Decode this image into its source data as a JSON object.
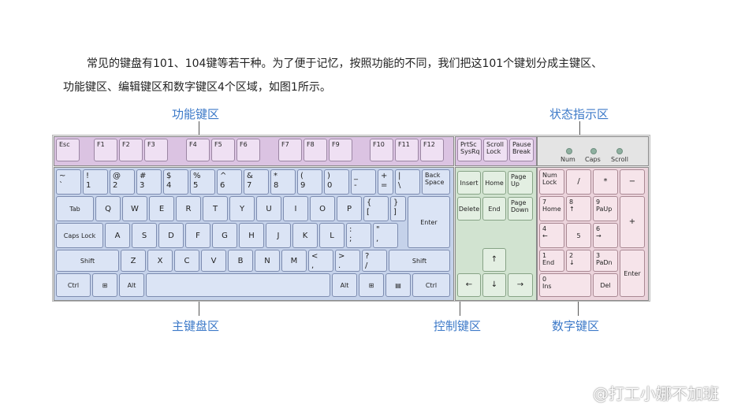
{
  "paragraph": {
    "line1": "常见的键盘有101、104键等若干种。为了便于记忆，按照功能的不同，我们把这101个键划分成主键区、",
    "line2": "功能键区、编辑键区和数字键区4个区域，如图1所示。"
  },
  "labels": {
    "function_zone": "功能键区",
    "status_zone": "状态指示区",
    "main_zone": "主键盘区",
    "control_zone": "控制键区",
    "numeric_zone": "数字键区"
  },
  "indicators": [
    "Num",
    "Caps",
    "Scroll"
  ],
  "function_row": [
    "Esc",
    "F1",
    "F2",
    "F3",
    "F4",
    "F5",
    "F6",
    "F7",
    "F8",
    "F9",
    "F10",
    "F11",
    "F12"
  ],
  "system_keys": [
    {
      "top": "PrtSc",
      "bottom": "SysRq"
    },
    {
      "top": "Scroll",
      "bottom": "Lock"
    },
    {
      "top": "Pause",
      "bottom": "Break"
    }
  ],
  "number_row": [
    {
      "top": "~",
      "bottom": "`"
    },
    {
      "top": "!",
      "bottom": "1"
    },
    {
      "top": "@",
      "bottom": "2"
    },
    {
      "top": "#",
      "bottom": "3"
    },
    {
      "top": "$",
      "bottom": "4"
    },
    {
      "top": "%",
      "bottom": "5"
    },
    {
      "top": "^",
      "bottom": "6"
    },
    {
      "top": "&",
      "bottom": "7"
    },
    {
      "top": "*",
      "bottom": "8"
    },
    {
      "top": "(",
      "bottom": "9"
    },
    {
      "top": ")",
      "bottom": "0"
    },
    {
      "top": "_",
      "bottom": "-"
    },
    {
      "top": "+",
      "bottom": "="
    },
    {
      "top": "|",
      "bottom": "\\"
    },
    {
      "top": "Back",
      "bottom": "Space"
    }
  ],
  "row_tab": [
    "Tab",
    "Q",
    "W",
    "E",
    "R",
    "T",
    "Y",
    "U",
    "I",
    "O",
    "P"
  ],
  "row_tab_brackets": [
    {
      "top": "{",
      "bottom": "["
    },
    {
      "top": "}",
      "bottom": "]"
    }
  ],
  "enter": "Enter",
  "row_caps": [
    "Caps Lock",
    "A",
    "S",
    "D",
    "F",
    "G",
    "H",
    "J",
    "K",
    "L"
  ],
  "row_caps_punct": [
    {
      "top": ":",
      "bottom": ";"
    },
    {
      "top": "\"",
      "bottom": ","
    }
  ],
  "row_shift": [
    "Shift",
    "Z",
    "X",
    "C",
    "V",
    "B",
    "N",
    "M"
  ],
  "row_shift_punct": [
    {
      "top": "<",
      "bottom": ","
    },
    {
      "top": ">",
      "bottom": "."
    },
    {
      "top": "?",
      "bottom": "/"
    }
  ],
  "right_shift": "Shift",
  "bottom_row": {
    "ctrl": "Ctrl",
    "alt": "Alt",
    "win": "⊞",
    "menu": "▤"
  },
  "control_keys": {
    "insert": "Insert",
    "home": "Home",
    "page_up": [
      "Page",
      "Up"
    ],
    "delete": "Delete",
    "end": "End",
    "page_down": [
      "Page",
      "Down"
    ],
    "up": "↑",
    "left": "←",
    "down": "↓",
    "right": "→"
  },
  "numpad": {
    "num_lock": [
      "Num",
      "Lock"
    ],
    "divide": "/",
    "multiply": "*",
    "minus": "−",
    "n7": [
      "7",
      "Home"
    ],
    "n8": [
      "8",
      "↑"
    ],
    "n9": [
      "9",
      "PaUp"
    ],
    "plus": "+",
    "n4": [
      "4",
      "←"
    ],
    "n5": "5",
    "n6": [
      "6",
      "→"
    ],
    "n1": [
      "1",
      "End"
    ],
    "n2": [
      "2",
      "↓"
    ],
    "n3": [
      "3",
      "PaDn"
    ],
    "enter": "Enter",
    "n0": [
      "0",
      "Ins"
    ],
    "del": "Del"
  },
  "watermark": "@打工小娜不加班",
  "colors": {
    "label": "#3c79c8",
    "main_zone": "#c5d2ea",
    "function_zone": "#dbc3e2",
    "control_zone": "#d1e3d0",
    "numeric_zone": "#ecd4dc"
  }
}
